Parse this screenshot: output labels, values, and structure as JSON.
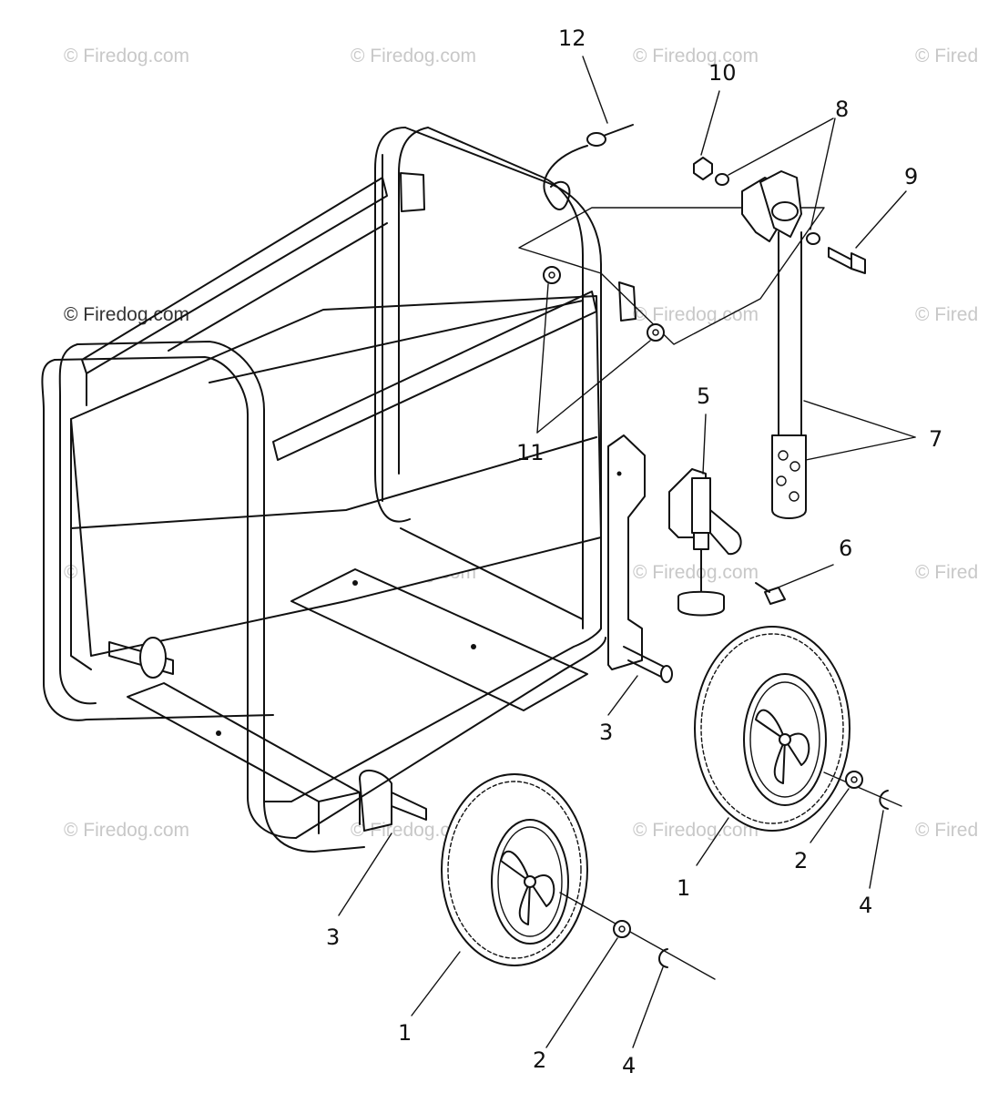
{
  "watermarks": {
    "text": "© Firedog.com",
    "visible_partial": "© Fired"
  },
  "callouts": [
    {
      "id": "c12",
      "label": "12"
    },
    {
      "id": "c10",
      "label": "10"
    },
    {
      "id": "c8",
      "label": "8"
    },
    {
      "id": "c9",
      "label": "9"
    },
    {
      "id": "c7",
      "label": "7"
    },
    {
      "id": "c11",
      "label": "11"
    },
    {
      "id": "c5",
      "label": "5"
    },
    {
      "id": "c6",
      "label": "6"
    },
    {
      "id": "c3a",
      "label": "3"
    },
    {
      "id": "c3b",
      "label": "3"
    },
    {
      "id": "c1a",
      "label": "1"
    },
    {
      "id": "c1b",
      "label": "1"
    },
    {
      "id": "c2a",
      "label": "2"
    },
    {
      "id": "c2b",
      "label": "2"
    },
    {
      "id": "c4a",
      "label": "4"
    },
    {
      "id": "c4b",
      "label": "4"
    }
  ],
  "colors": {
    "line": "#111111",
    "watermark": "#c8c8c8",
    "background": "#ffffff"
  }
}
